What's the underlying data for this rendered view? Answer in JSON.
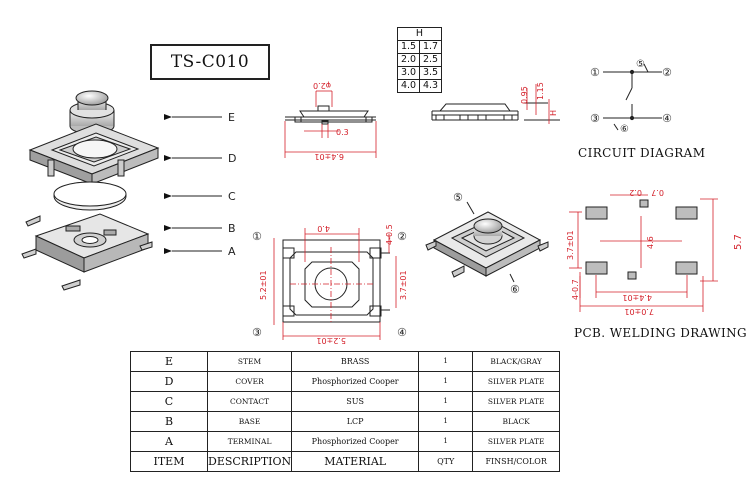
{
  "title": "TS-C010",
  "h_table": {
    "header": "H",
    "rows": [
      [
        "1.5",
        "1.7"
      ],
      [
        "2.0",
        "2.5"
      ],
      [
        "3.0",
        "3.5"
      ],
      [
        "4.0",
        "4.3"
      ]
    ]
  },
  "exploded_view": {
    "parts": [
      "E",
      "D",
      "C",
      "B",
      "A"
    ]
  },
  "side_view": {
    "dims": {
      "top": "φ2.0",
      "pin": "0.3",
      "width": "6.4±01"
    }
  },
  "end_view": {
    "dims": {
      "a": "0.95",
      "b": "1.15",
      "h": "H"
    }
  },
  "top_view": {
    "dims": {
      "top": "4.0",
      "right_top": "4-0.5",
      "left": "5.2±01",
      "right": "3.7±01",
      "bottom": "5.2±01"
    },
    "pins": [
      "①",
      "②",
      "③",
      "④"
    ]
  },
  "iso_view": {
    "pins": [
      "⑤",
      "⑥"
    ]
  },
  "circuit": {
    "pins": [
      "①",
      "②",
      "③",
      "④",
      "⑤",
      "⑥"
    ],
    "caption": "CIRCUIT DIAGRAM"
  },
  "pcb": {
    "dims": {
      "top": "0.7",
      "center": "4.6",
      "left": "3.7±01",
      "right": "5.7",
      "left_bottom": "4-0.7",
      "bottom1": "4.4±01",
      "bottom2": "7.0±01",
      "lead_top": "0.2"
    },
    "caption": "PCB. WELDING DRAWING"
  },
  "bom": {
    "rows": [
      [
        "E",
        "STEM",
        "BRASS",
        "1",
        "BLACK/GRAY"
      ],
      [
        "D",
        "COVER",
        "Phosphorized Cooper",
        "1",
        "SILVER PLATE"
      ],
      [
        "C",
        "CONTACT",
        "SUS",
        "1",
        "SILVER PLATE"
      ],
      [
        "B",
        "BASE",
        "LCP",
        "1",
        "BLACK"
      ],
      [
        "A",
        "TERMINAL",
        "Phosphorized Cooper",
        "1",
        "SILVER PLATE"
      ]
    ],
    "header": [
      "ITEM",
      "DESCRIPTION",
      "MATERIAL",
      "QTY",
      "FINSH/COLOR"
    ]
  },
  "colors": {
    "line": "#222222",
    "dimension": "#d4202a",
    "metal": "#cfcfcf"
  }
}
